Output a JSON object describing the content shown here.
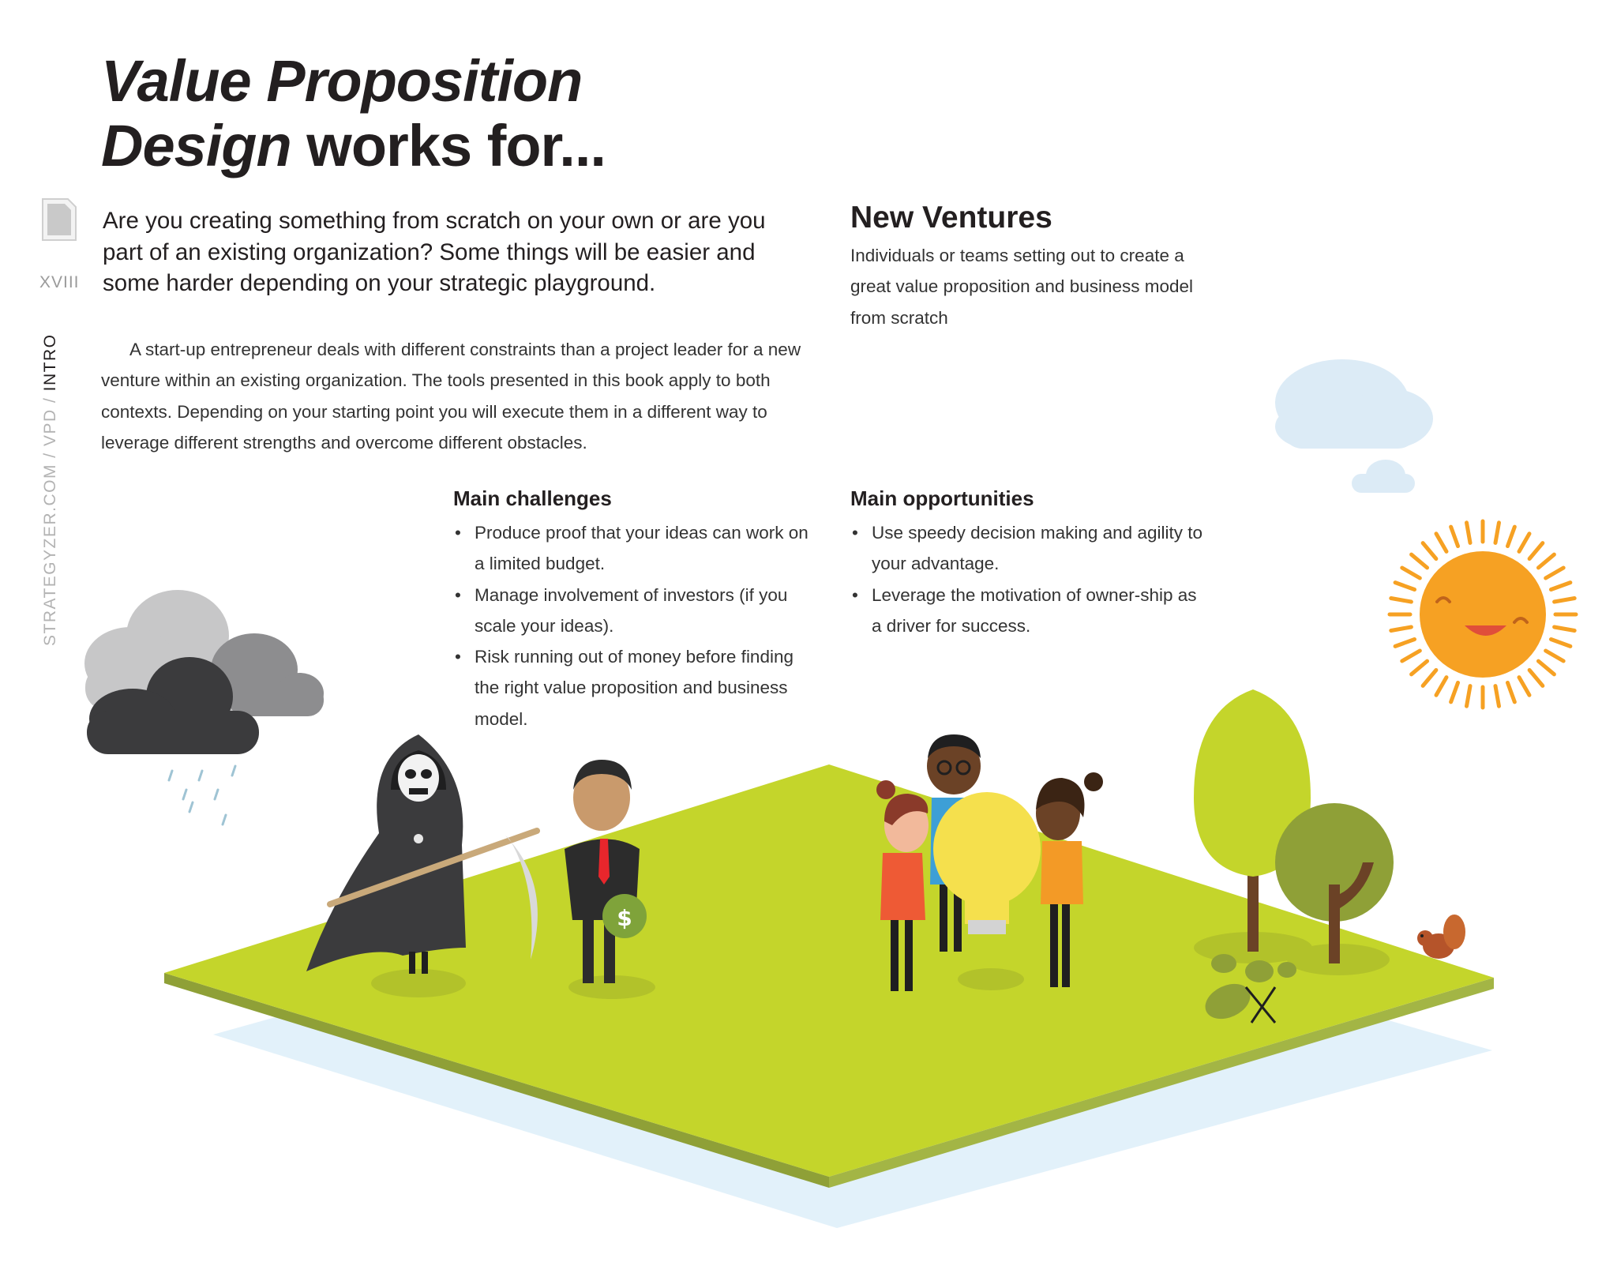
{
  "title": {
    "line1": "Value Proposition",
    "line2_italic": "Design",
    "line2_rest": " works for..."
  },
  "sidebar": {
    "page_number": "XVIII",
    "breadcrumb_path": "STRATEGYZER.COM / VPD / ",
    "breadcrumb_current": "INTRO",
    "page_icon": "page-icon"
  },
  "intro": {
    "lead": "Are you creating something from scratch on your own or are you part of an existing organization? Some things will be easier and some harder depending on your strategic playground.",
    "body": "A start-up entrepreneur deals with different constraints than a project leader for a new venture within an existing organization. The tools presented in this book apply to both contexts. Depending on your starting point you will execute them in a different way to leverage different strengths and overcome different obstacles."
  },
  "new_ventures": {
    "heading": "New Ventures",
    "description": "Individuals or teams setting out to create a great value proposition and business model from scratch"
  },
  "challenges": {
    "heading": "Main challenges",
    "items": [
      "Produce proof that your ideas can work on a limited budget.",
      "Manage involvement of investors (if you scale your ideas).",
      "Risk running out of money before finding the right value proposition and business model."
    ]
  },
  "opportunities": {
    "heading": "Main opportunities",
    "items": [
      "Use speedy decision making and agility to your advantage.",
      "Leverage the motivation of owner-ship as a driver for success."
    ]
  },
  "illustration": {
    "money_symbol": "$",
    "icons": [
      "rain-cloud-icon",
      "sun-icon",
      "grim-reaper-icon",
      "entrepreneur-icon",
      "team-lightbulb-icon",
      "tree-icon",
      "squirrel-icon"
    ],
    "colors": {
      "grass": "#c4d52b",
      "grass_edge": "#8fa037",
      "shadow": "#ddeef9",
      "sun": "#f6a123",
      "dark_cloud": "#3b3b3d",
      "light_cloud": "#dcebf6"
    }
  }
}
